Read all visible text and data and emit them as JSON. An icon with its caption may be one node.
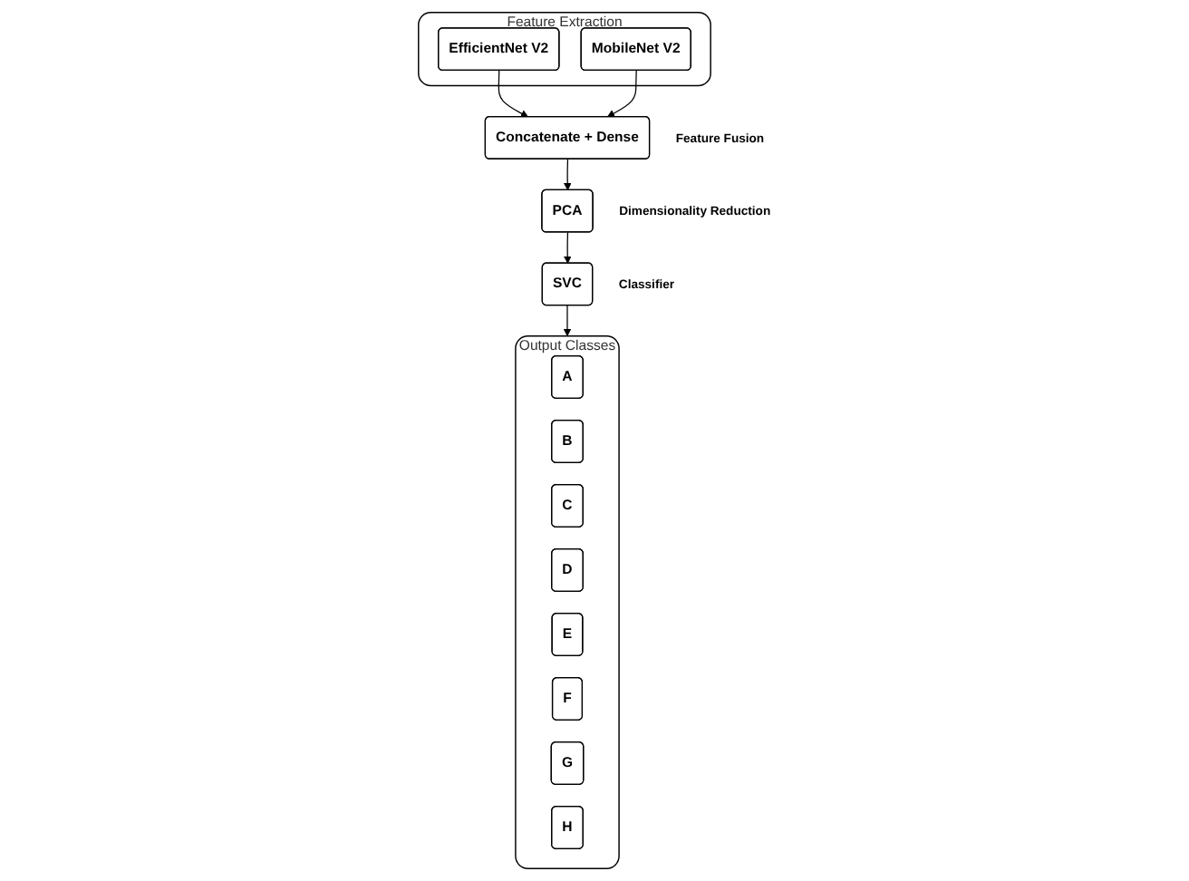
{
  "diagram": {
    "nodes": [
      {
        "text": [
          "Feature Extraction"
        ]
      },
      {
        "text": [
          "EfficientNet V2"
        ],
        "in": 0
      },
      {
        "text": [
          "MobileNet V2"
        ],
        "in": 0
      },
      {
        "text": [
          "Concatenate +  Dense"
        ],
        "beside": [
          "Feature  Fusion"
        ]
      },
      {
        "text": [
          "PCA"
        ],
        "beside": [
          "Dimensionality Reduction"
        ]
      },
      {
        "text": [
          "SVC"
        ],
        "beside": [
          "Classifier"
        ]
      },
      {
        "text": [
          "Output Classes"
        ]
      },
      {
        "text": [
          "A"
        ],
        "in": 6
      },
      {
        "text": [
          "B"
        ],
        "in": 6
      },
      {
        "text": [
          "C"
        ],
        "in": 6
      },
      {
        "text": [
          "D"
        ],
        "in": 6
      },
      {
        "text": [
          "E"
        ],
        "in": 6
      },
      {
        "text": [
          "F"
        ],
        "in": 6
      },
      {
        "text": [
          "G"
        ],
        "in": 6
      },
      {
        "text": [
          "H"
        ],
        "in": 6
      }
    ],
    "edges": [
      {
        "from": 1,
        "to": 3,
        "arrow": "to"
      },
      {
        "from": 2,
        "to": 3,
        "arrow": "to"
      },
      {
        "from": 3,
        "to": 4,
        "arrow": "to"
      },
      {
        "from": 4,
        "to": 5,
        "arrow": "to"
      },
      {
        "from": 5,
        "to": 6,
        "arrow": "to"
      }
    ]
  }
}
